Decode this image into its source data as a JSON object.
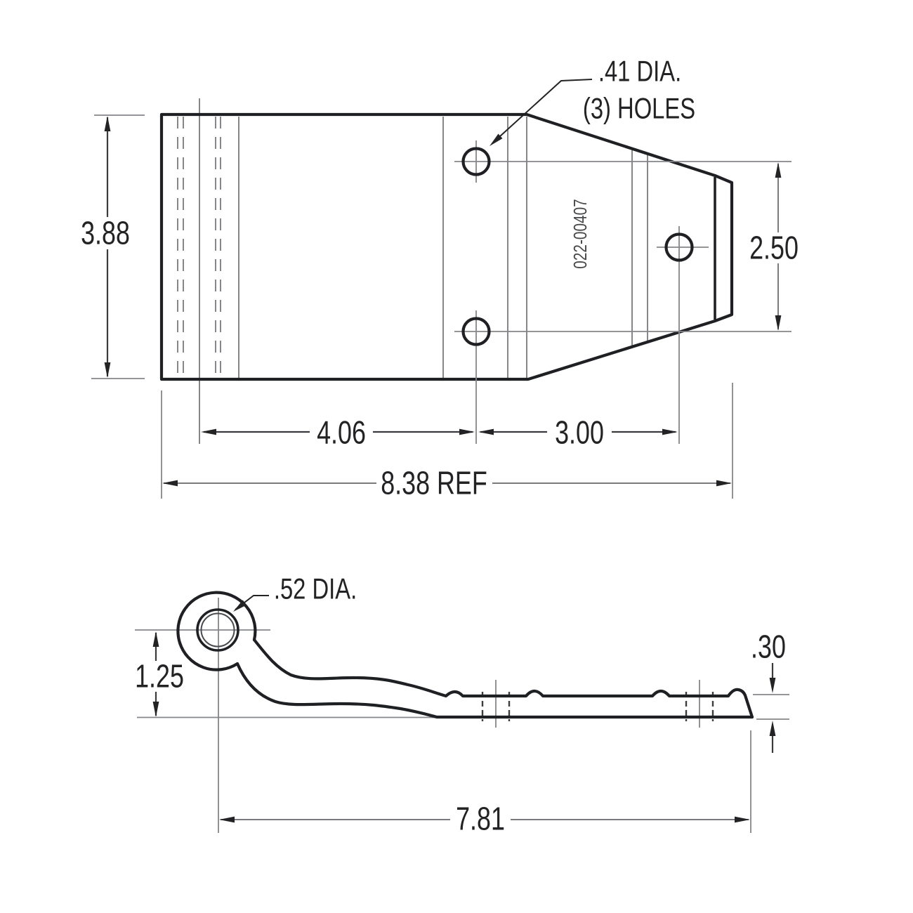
{
  "drawing": {
    "part_number": "022-00407",
    "top_view": {
      "hole_callout_line1": ".41 DIA.",
      "hole_callout_line2": "(3) HOLES",
      "dim_height": "3.88",
      "dim_hole_spacing_vertical": "2.50",
      "dim_left_edge_to_hole": "4.06",
      "dim_hole_to_hole": "3.00",
      "dim_overall_width": "8.38 REF"
    },
    "side_view": {
      "hole_callout": ".52 DIA.",
      "dim_eye_height": "1.25",
      "dim_thickness": ".30",
      "dim_length": "7.81"
    }
  }
}
